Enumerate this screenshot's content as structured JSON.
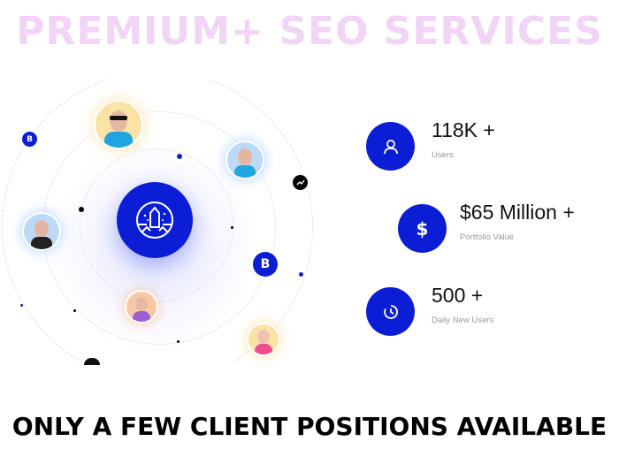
{
  "header": {
    "title": "PREMIUM+ SEO SERVICES",
    "title_color": "#f2d4f7"
  },
  "illustration": {
    "hub_icon": "rocket-icon",
    "accent_color": "#0b1ed6",
    "coins": [
      {
        "symbol": "B"
      },
      {
        "symbol": "B"
      }
    ],
    "trend_badge_icon": "trend-up-icon"
  },
  "stats": [
    {
      "icon": "user-icon",
      "value": "118K +",
      "label": "Users"
    },
    {
      "icon": "dollar-icon",
      "value": "$65 Million +",
      "label": "Portfolio Value"
    },
    {
      "icon": "clock-icon",
      "value": "500 +",
      "label": "Daily New Users"
    }
  ],
  "footer": {
    "text": "ONLY A FEW CLIENT POSITIONS AVAILABLE"
  }
}
